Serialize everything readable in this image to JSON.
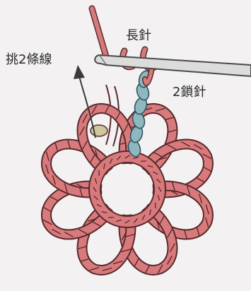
{
  "labels": {
    "treble_crochet": "長針",
    "pick_two_strands": "挑2條線",
    "two_chain_stitches": "2鎖針"
  },
  "colors": {
    "background": "#f3f1f2",
    "ring_yarn": "#d87a7c",
    "ring_outline": "#5a2a2c",
    "chain_yarn": "#8fb7bf",
    "chain_outline": "#2f5560",
    "hook_fill": "#dcdcdc",
    "hook_outline": "#4a4a4a",
    "arrow": "#3a3a3a"
  },
  "diagram": {
    "petal_count": 8,
    "description_icons": [
      "crochet-hook-icon",
      "curved-arrow-icon"
    ]
  }
}
